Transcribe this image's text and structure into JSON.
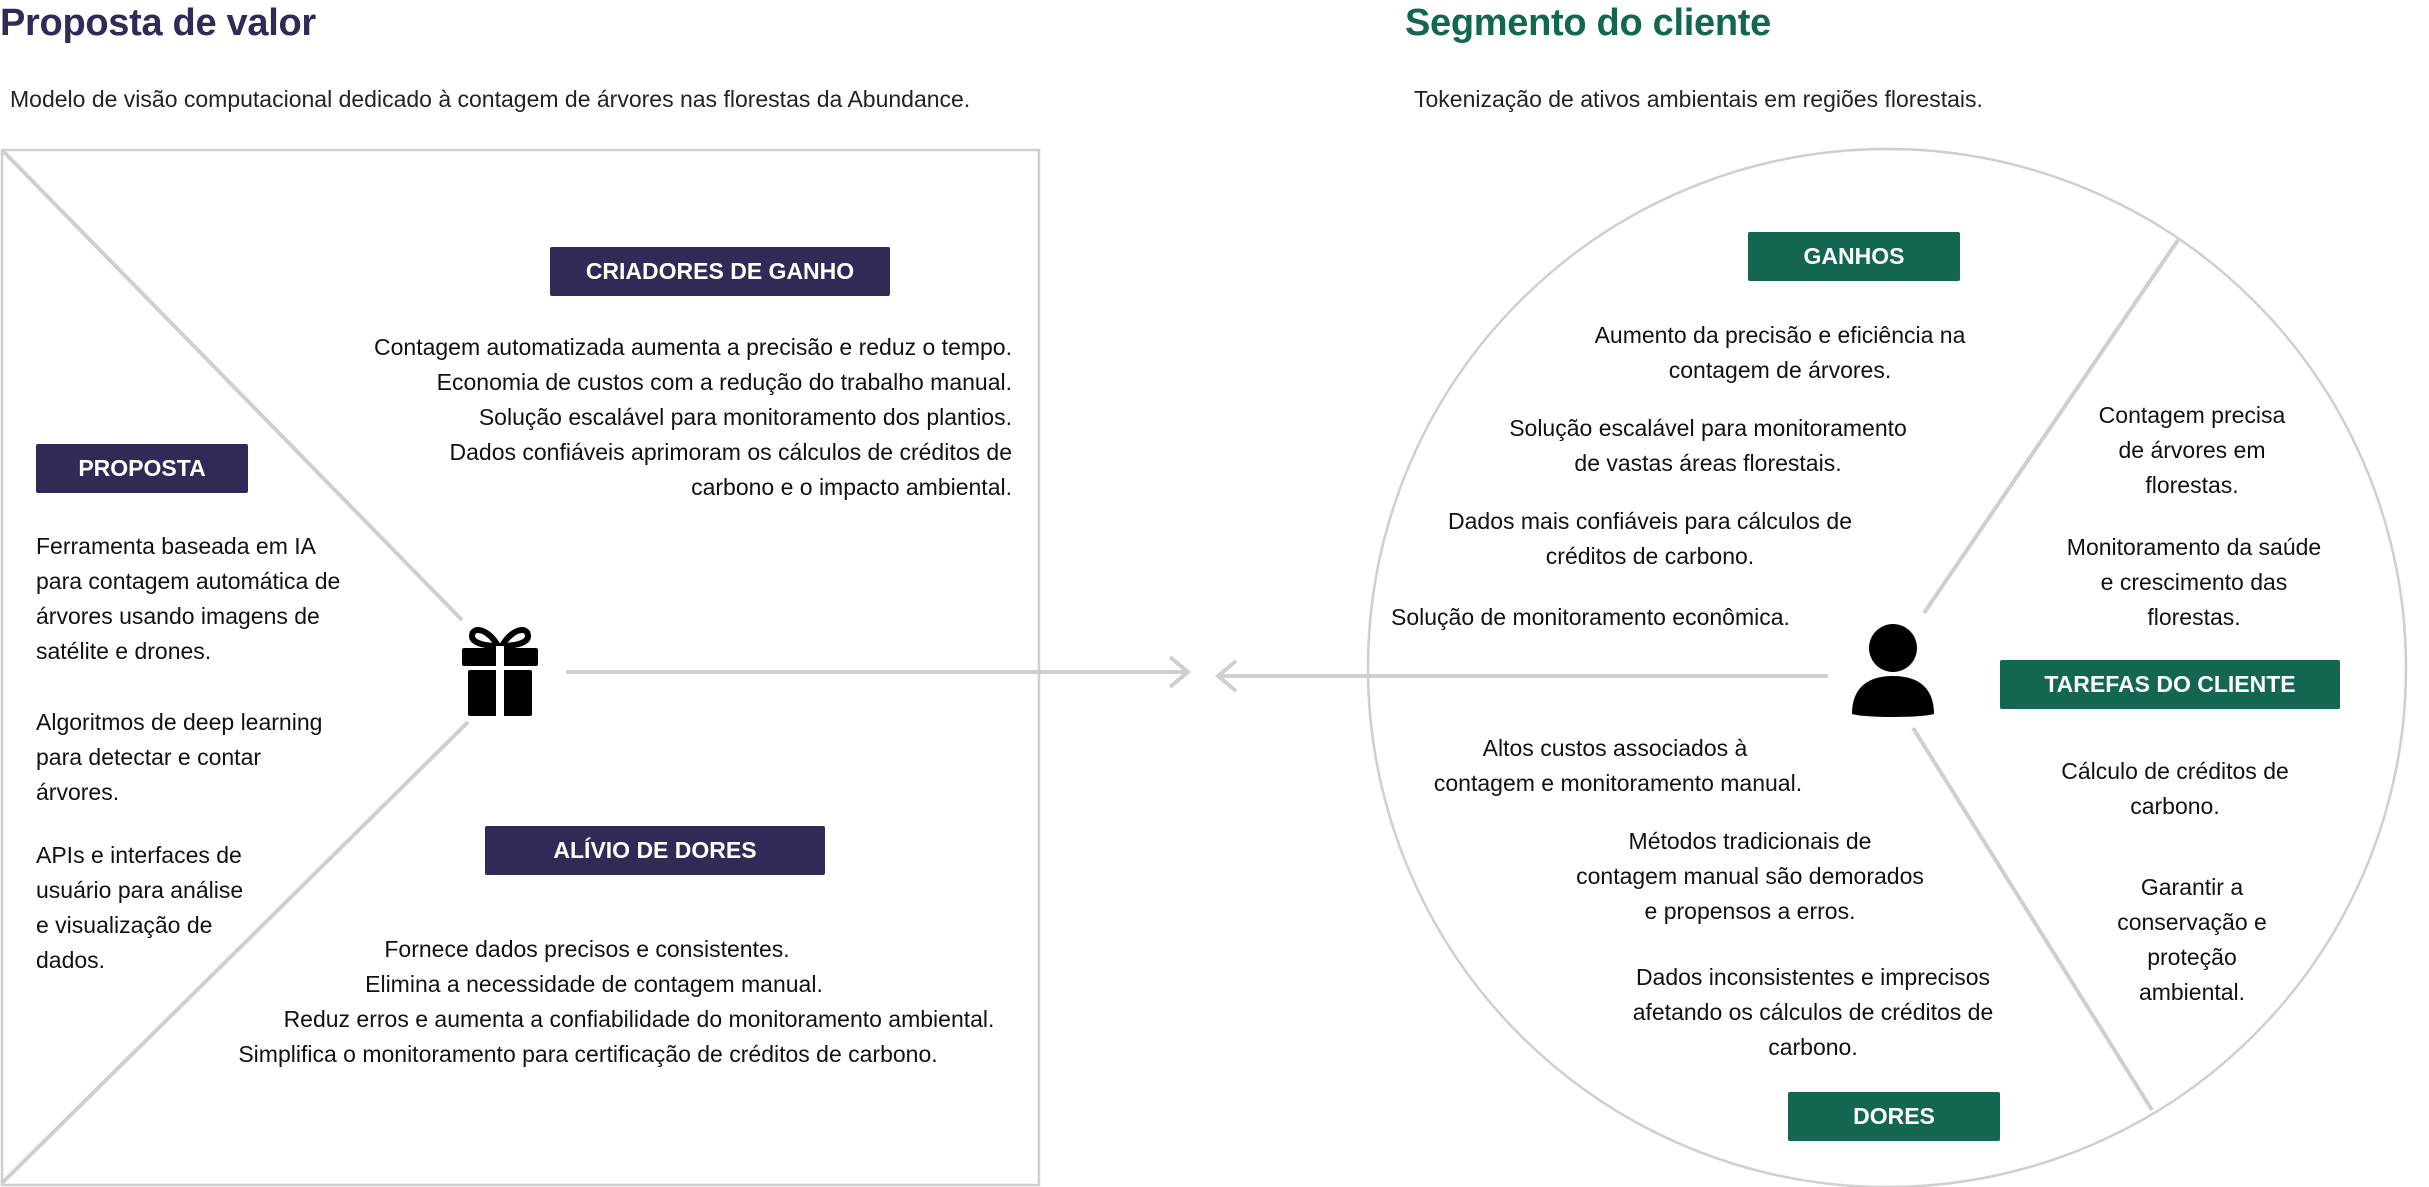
{
  "colors": {
    "value_accent": "#2f2a56",
    "customer_accent": "#136650",
    "line": "#cfcfcf"
  },
  "value_proposition": {
    "title": "Proposta de valor",
    "subtitle": "Modelo de visão computacional dedicado à contagem de árvores nas florestas da Abundance.",
    "gain_creators": {
      "label": "CRIADORES DE GANHO",
      "lines": [
        "Contagem automatizada aumenta a precisão e reduz o tempo.",
        "Economia de custos com a redução do trabalho manual.",
        "Solução escalável para monitoramento dos plantios.",
        "Dados confiáveis aprimoram os cálculos de créditos de",
        "carbono e o impacto ambiental."
      ]
    },
    "proposal": {
      "label": "PROPOSTA",
      "items": [
        [
          "Ferramenta baseada em IA",
          "para contagem automática de",
          "árvores usando imagens de",
          "satélite e drones."
        ],
        [
          "Algoritmos de deep learning",
          "para detectar e contar",
          "árvores."
        ],
        [
          "APIs e interfaces de",
          "usuário para análise",
          "e visualização de",
          "dados."
        ]
      ]
    },
    "pain_relievers": {
      "label": "ALÍVIO DE DORES",
      "lines": [
        "Fornece dados precisos e consistentes.",
        "Elimina a necessidade de contagem manual.",
        "Reduz erros e aumenta a confiabilidade do monitoramento ambiental.",
        "Simplifica o monitoramento para certificação de créditos de carbono."
      ]
    },
    "icon": "gift-icon"
  },
  "customer_segment": {
    "title": "Segmento do cliente",
    "subtitle": "Tokenização de ativos ambientais em regiões florestais.",
    "gains": {
      "label": "GANHOS",
      "items": [
        [
          "Aumento da precisão e eficiência na",
          "contagem de árvores."
        ],
        [
          "Solução escalável para monitoramento",
          "de vastas áreas florestais."
        ],
        [
          "Dados mais confiáveis para cálculos de",
          "créditos de carbono."
        ],
        [
          "Solução de monitoramento econômica."
        ]
      ]
    },
    "jobs": {
      "label": "TAREFAS DO CLIENTE",
      "items_top": [
        [
          "Contagem precisa",
          "de árvores em",
          "florestas."
        ],
        [
          "Monitoramento da saúde",
          "e crescimento das",
          "florestas."
        ]
      ],
      "items_bottom": [
        [
          "Cálculo de créditos de",
          "carbono."
        ],
        [
          "Garantir a",
          "conservação e",
          "proteção",
          "ambiental."
        ]
      ]
    },
    "pains": {
      "label": "DORES",
      "items": [
        [
          "Altos custos associados à",
          "contagem e monitoramento manual."
        ],
        [
          "Métodos tradicionais de",
          "contagem manual são demorados",
          "e propensos a erros."
        ],
        [
          "Dados inconsistentes e imprecisos",
          "afetando os cálculos de créditos de",
          "carbono."
        ]
      ]
    },
    "icon": "user-icon"
  }
}
